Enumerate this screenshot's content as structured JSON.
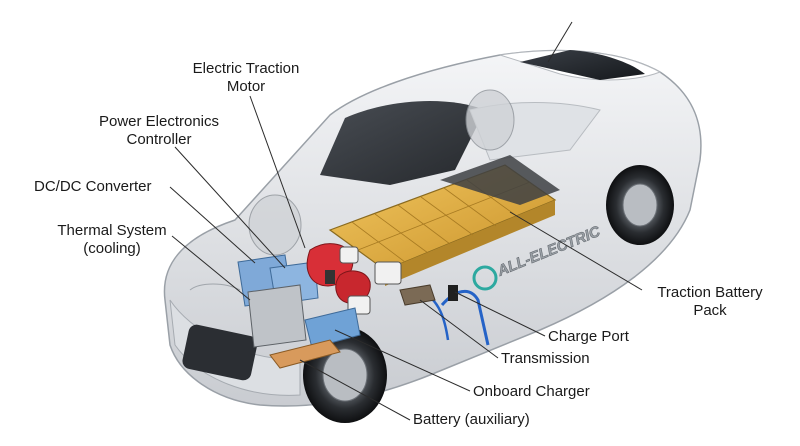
{
  "labels": {
    "motor": "Electric Traction Motor",
    "pec": "Power Electronics Controller",
    "dcdc": "DC/DC Converter",
    "thermal": "Thermal System (cooling)",
    "battery_pack": "Traction Battery Pack",
    "charge_port": "Charge Port",
    "transmission": "Transmission",
    "onboard_charger": "Onboard Charger",
    "aux_battery": "Battery (auxiliary)"
  },
  "car_decal": "ALL-ELECTRIC"
}
